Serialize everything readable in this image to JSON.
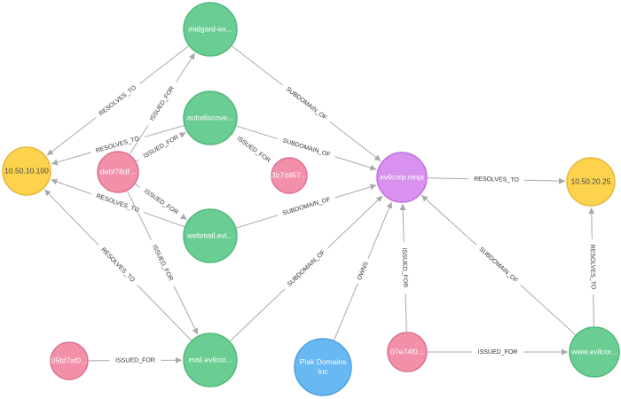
{
  "colors": {
    "ip": "#fdd34e",
    "ip_stroke": "#e7b73e",
    "host": "#6acd93",
    "host_stroke": "#55b87d",
    "cert": "#f28fa9",
    "cert_stroke": "#dc7391",
    "domain": "#d891ef",
    "domain_stroke": "#c073db",
    "org": "#67b8f3",
    "org_stroke": "#4ea0dc",
    "edge": "#a9a9a9"
  },
  "nodes": [
    {
      "id": "ip1",
      "label": "10.50.10.100",
      "kind": "ip",
      "name": "ip-node-10-50-10-100"
    },
    {
      "id": "ip2",
      "label": "10.50.20.25",
      "kind": "ip",
      "name": "ip-node-10-50-20-25"
    },
    {
      "id": "midgard",
      "label": "midgard-ex...",
      "kind": "host",
      "name": "host-node-midgard"
    },
    {
      "id": "autodisc",
      "label": "autodiscove...",
      "kind": "host",
      "name": "host-node-autodiscover"
    },
    {
      "id": "webmail",
      "label": "webmail.evi...",
      "kind": "host",
      "name": "host-node-webmail"
    },
    {
      "id": "mail",
      "label": "mail.evilcor...",
      "kind": "host",
      "name": "host-node-mail"
    },
    {
      "id": "www",
      "label": "www.evilcor...",
      "kind": "host",
      "name": "host-node-www"
    },
    {
      "id": "cert1",
      "label": "debf78df...",
      "kind": "cert",
      "name": "cert-node-debf78df"
    },
    {
      "id": "cert2",
      "label": "3b7d457...",
      "kind": "cert",
      "name": "cert-node-3b7d457"
    },
    {
      "id": "cert3",
      "label": "05fd7af0...",
      "kind": "cert",
      "name": "cert-node-05fd7af0"
    },
    {
      "id": "cert4",
      "label": "07e74f0...",
      "kind": "cert",
      "name": "cert-node-07e74f0"
    },
    {
      "id": "domain",
      "label": "evilcorp.ninja",
      "kind": "domain",
      "name": "domain-node-evilcorp-ninja"
    },
    {
      "id": "org",
      "label": "Plak Domains Inc",
      "kind": "org",
      "name": "org-node-plak-domains"
    }
  ],
  "edges": [
    {
      "from": "midgard",
      "to": "ip1",
      "label": "RESOLVES_TO"
    },
    {
      "from": "autodisc",
      "to": "ip1",
      "label": "RESOLVES_TO"
    },
    {
      "from": "webmail",
      "to": "ip1",
      "label": "RESOLVES_TO"
    },
    {
      "from": "mail",
      "to": "ip1",
      "label": "RESOLVES_TO"
    },
    {
      "from": "cert1",
      "to": "midgard",
      "label": "ISSUED_FOR"
    },
    {
      "from": "cert1",
      "to": "autodisc",
      "label": "ISSUED_FOR"
    },
    {
      "from": "cert1",
      "to": "webmail",
      "label": "ISSUED_FOR"
    },
    {
      "from": "cert1",
      "to": "mail",
      "label": "ISSUED_FOR"
    },
    {
      "from": "cert2",
      "to": "autodisc",
      "label": "ISSUED_FOR"
    },
    {
      "from": "cert3",
      "to": "mail",
      "label": "ISSUED_FOR"
    },
    {
      "from": "cert4",
      "to": "domain",
      "label": "ISSUED_FOR"
    },
    {
      "from": "cert4",
      "to": "www",
      "label": "ISSUED_FOR"
    },
    {
      "from": "midgard",
      "to": "domain",
      "label": "SUBDOMAIN_OF"
    },
    {
      "from": "autodisc",
      "to": "domain",
      "label": "SUBDOMAIN_OF"
    },
    {
      "from": "webmail",
      "to": "domain",
      "label": "SUBDOMAIN_OF"
    },
    {
      "from": "mail",
      "to": "domain",
      "label": "SUBDOMAIN_OF"
    },
    {
      "from": "www",
      "to": "domain",
      "label": "SUBDOMAIN_OF"
    },
    {
      "from": "org",
      "to": "domain",
      "label": "OWNS"
    },
    {
      "from": "domain",
      "to": "ip2",
      "label": "RESOLVES_TO"
    },
    {
      "from": "www",
      "to": "ip2",
      "label": "RESOLVES_TO"
    }
  ]
}
